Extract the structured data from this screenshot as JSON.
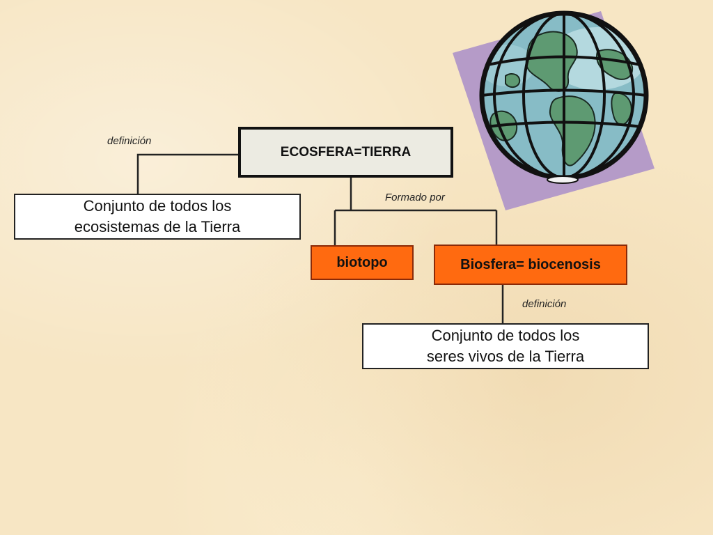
{
  "diagram": {
    "root": {
      "label": "ECOSFERA=TIERRA"
    },
    "root_definition": {
      "edge_label": "definición",
      "line1": "Conjunto de todos los",
      "line2": "ecosistemas de la Tierra"
    },
    "composition": {
      "edge_label": "Formado por",
      "children": [
        {
          "label": "biotopo"
        },
        {
          "label": "Biosfera= biocenosis"
        }
      ]
    },
    "biosfera_definition": {
      "edge_label": "definición",
      "line1": "Conjunto de todos los",
      "line2": "seres vivos  de la Tierra"
    }
  },
  "colors": {
    "background": "#f7e6c4",
    "node_fill": "#ff6a10",
    "root_fill": "#ecebe2",
    "definition_fill": "#ffffff",
    "globe_ocean": "#87bcc6",
    "globe_land": "#5e9a72",
    "globe_backdrop": "#b59bc8"
  },
  "icons": {
    "illustration": "globe-icon"
  }
}
